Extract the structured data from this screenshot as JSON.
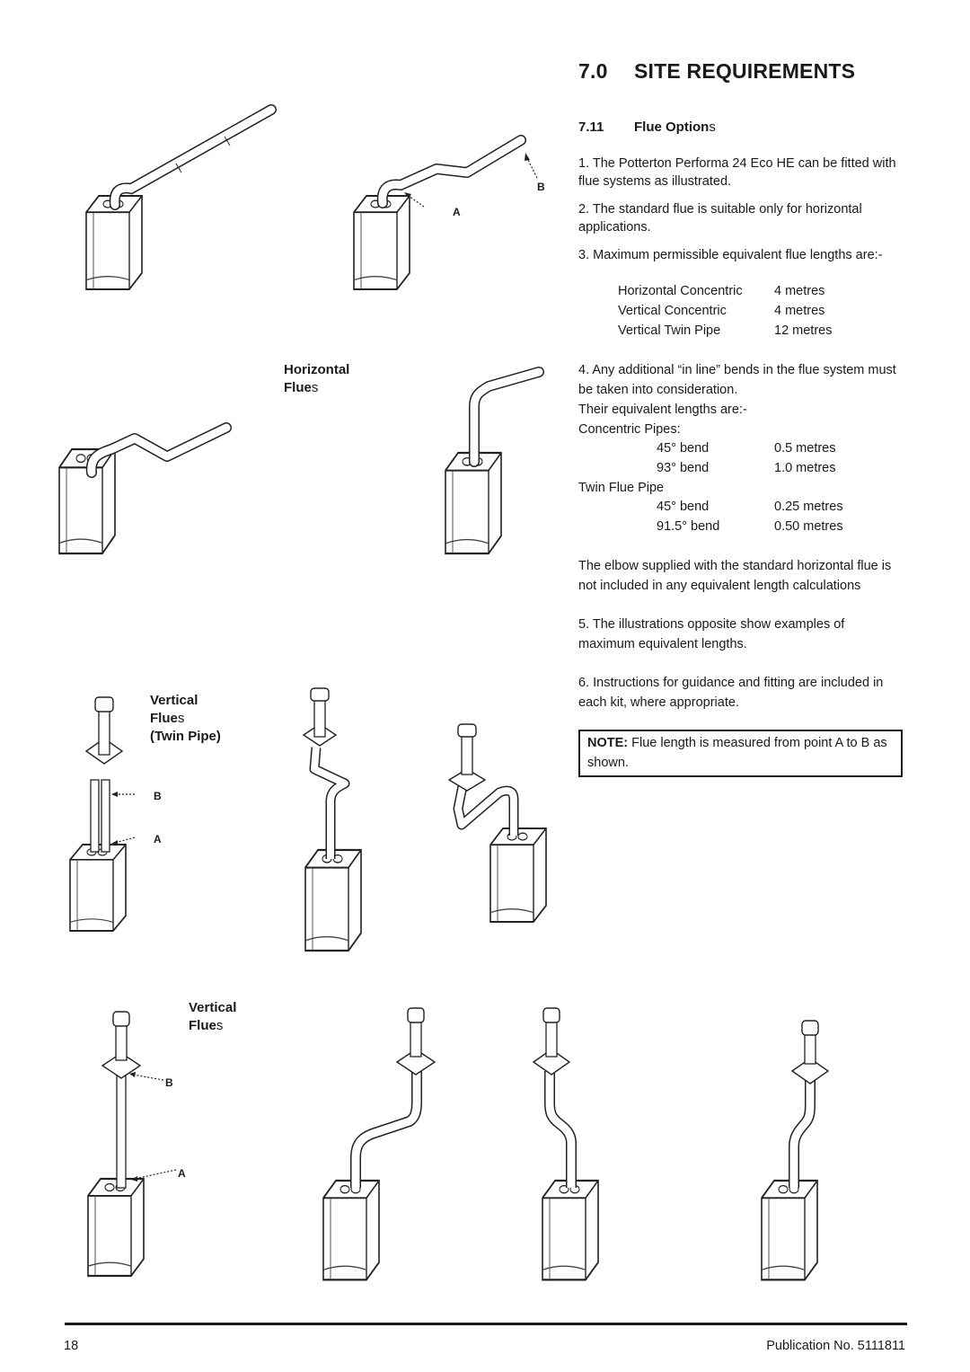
{
  "section": {
    "number": "7.0",
    "title": "SITE REQUIREMENTS"
  },
  "subsection": {
    "number": "7.11",
    "title_bold": "Flue Option",
    "title_tail": "s"
  },
  "paragraphs": {
    "p1": "1. The Potterton Performa 24 Eco HE can be fitted with flue systems as illustrated.",
    "p2": "2. The standard flue is suitable only for horizontal applications.",
    "p3": "3. Maximum permissible equivalent flue lengths are:-",
    "p4": "4. Any additional “in line” bends in the flue system must be taken into consideration.",
    "p4b": "Their equivalent lengths are:-",
    "concentric_heading": "Concentric Pipes:",
    "twin_heading": "Twin Flue Pipe",
    "elbow": "The elbow supplied with the standard horizontal flue is not included in any equivalent length calculations",
    "p5": "5. The illustrations opposite show examples of maximum equivalent lengths.",
    "p6": "6. Instructions for guidance and fitting are included in each kit, where appropriate."
  },
  "max_lengths": [
    {
      "type": "Horizontal Concentric",
      "length": "4 metres"
    },
    {
      "type": "Vertical Concentric",
      "length": "4 metres"
    },
    {
      "type": "Vertical Twin Pipe",
      "length": "12 metres"
    }
  ],
  "concentric_bends": [
    {
      "bend": "45° bend",
      "length": "0.5 metres"
    },
    {
      "bend": "93° bend",
      "length": "1.0 metres"
    }
  ],
  "twin_bends": [
    {
      "bend": "45° bend",
      "length": "0.25 metres"
    },
    {
      "bend": "91.5° bend",
      "length": "0.50 metres"
    }
  ],
  "note": {
    "label": "NOTE:",
    "text": " Flue length is measured from point A to B as shown."
  },
  "figure_labels": {
    "horizontal": {
      "line1": "Horizontal",
      "line2_bold": "Flue",
      "line2_tail": "s"
    },
    "vertical_twin": {
      "line1": "Vertical",
      "line2_bold": "Flue",
      "line2_tail": "s",
      "line3": "(Twin Pipe)"
    },
    "vertical": {
      "line1": "Vertical",
      "line2_bold": "Flue",
      "line2_tail": "s"
    },
    "point_a": "A",
    "point_b": "B"
  },
  "footer": {
    "page": "18",
    "publication": "Publication No. 5111811"
  }
}
